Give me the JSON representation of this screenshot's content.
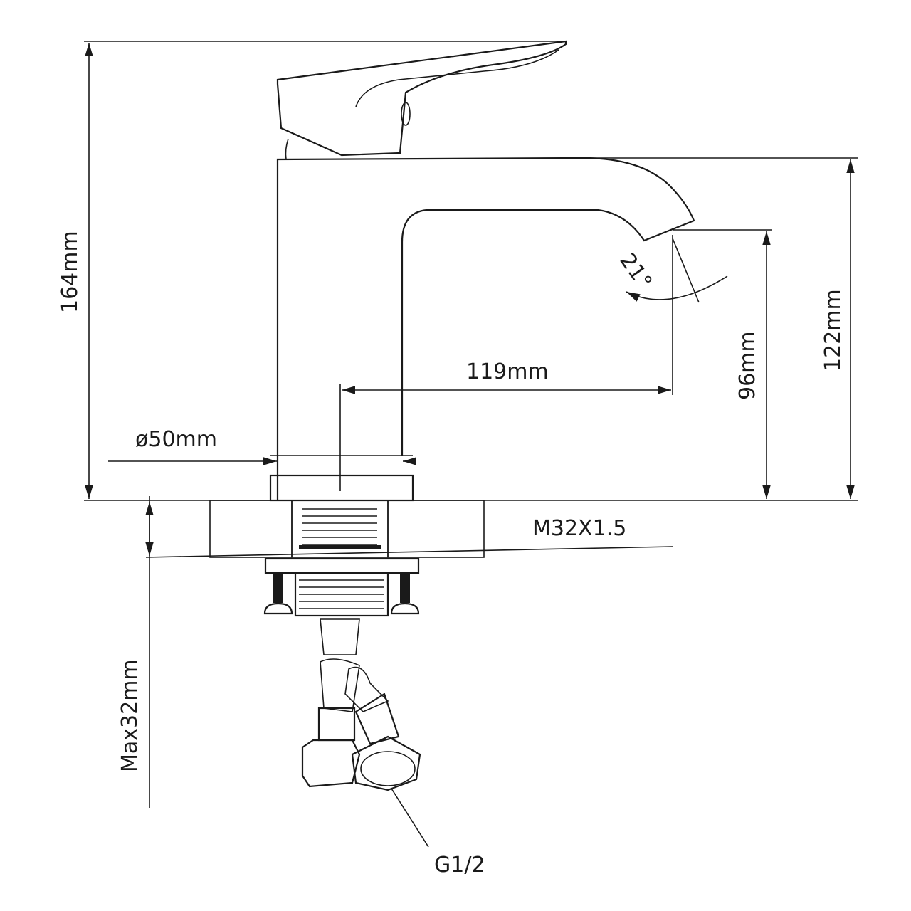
{
  "title": "Basin faucet dimension drawing",
  "dimensions": {
    "total_height": "164mm",
    "spout_height": "122mm",
    "outlet_height": "96mm",
    "spout_reach": "119mm",
    "base_diameter": "ø50mm",
    "thread": "M32X1.5",
    "max_counter_thickness": "Max32mm",
    "hose_connection": "G1/2",
    "spout_angle": "21°"
  }
}
